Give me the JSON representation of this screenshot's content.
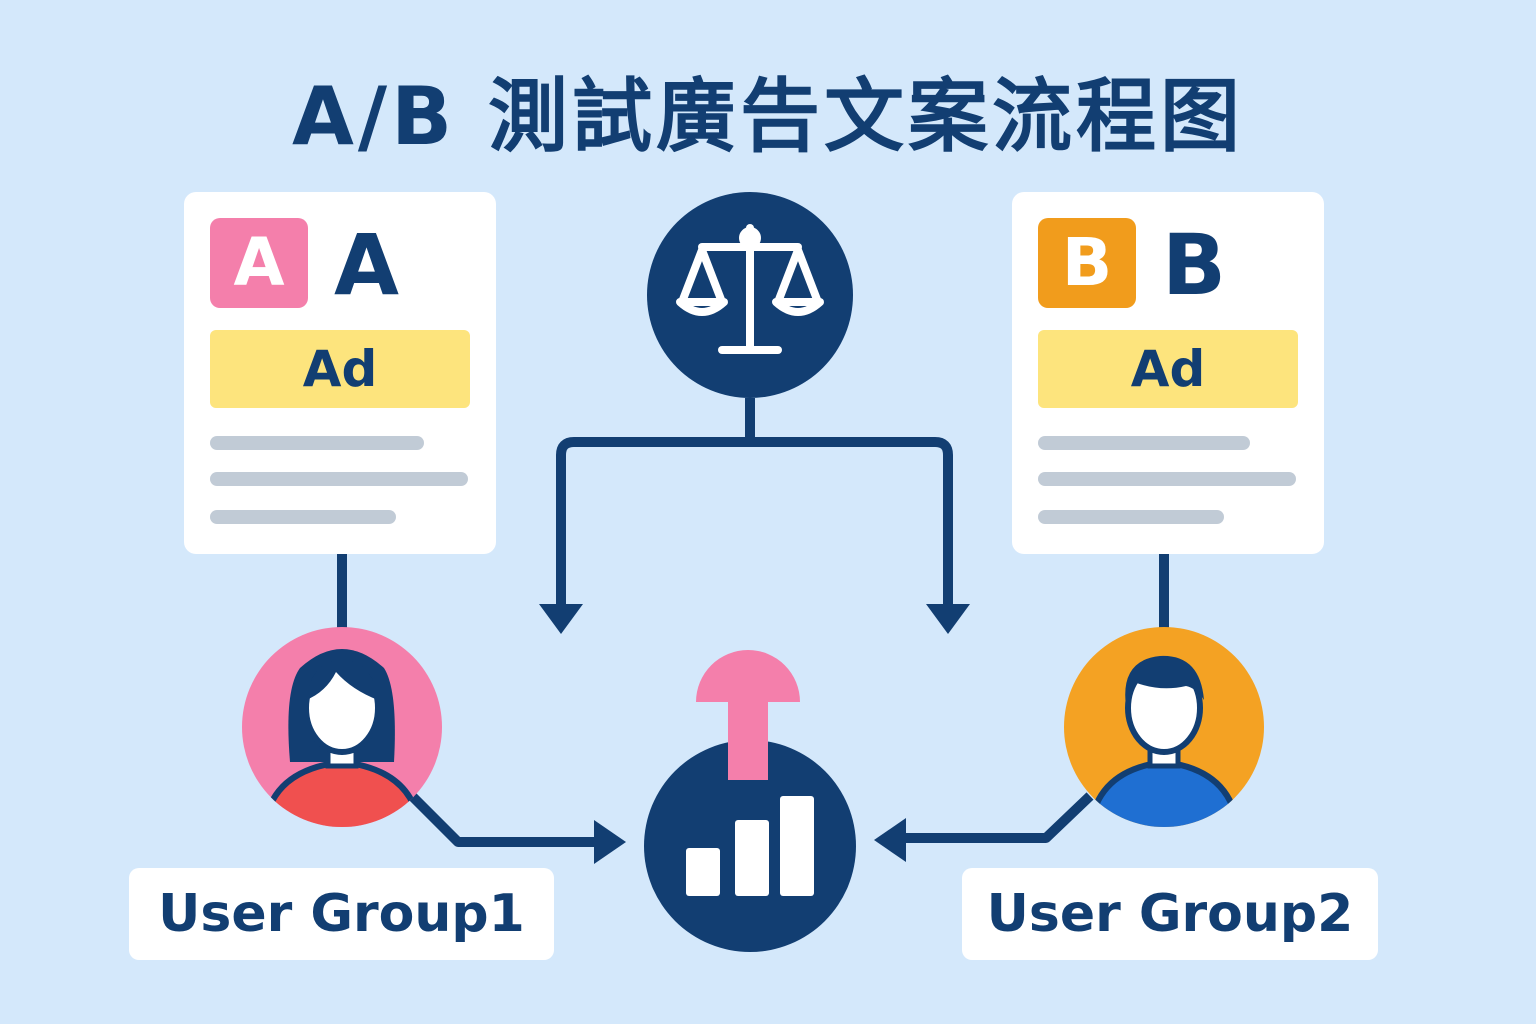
{
  "title": "A/B 測試廣告文案流程图",
  "variant_a": {
    "badge": "A",
    "label": "A",
    "ad": "Ad"
  },
  "variant_b": {
    "badge": "B",
    "label": "B",
    "ad": "Ad"
  },
  "groups": [
    {
      "label": "User Group1",
      "avatar": "female-user-icon"
    },
    {
      "label": "User Group2",
      "avatar": "male-user-icon"
    }
  ],
  "icons": {
    "compare": "balance-scale-icon",
    "results": "bar-chart-icon",
    "pin": "pink-mushroom-pin-icon"
  },
  "colors": {
    "background": "#d4e8fb",
    "navy": "#123e72",
    "pink": "#f47fab",
    "orange": "#f19c1c",
    "ad_yellow": "#fde47d",
    "red_shirt": "#f0504f",
    "blue_shirt": "#1f6fd2"
  }
}
